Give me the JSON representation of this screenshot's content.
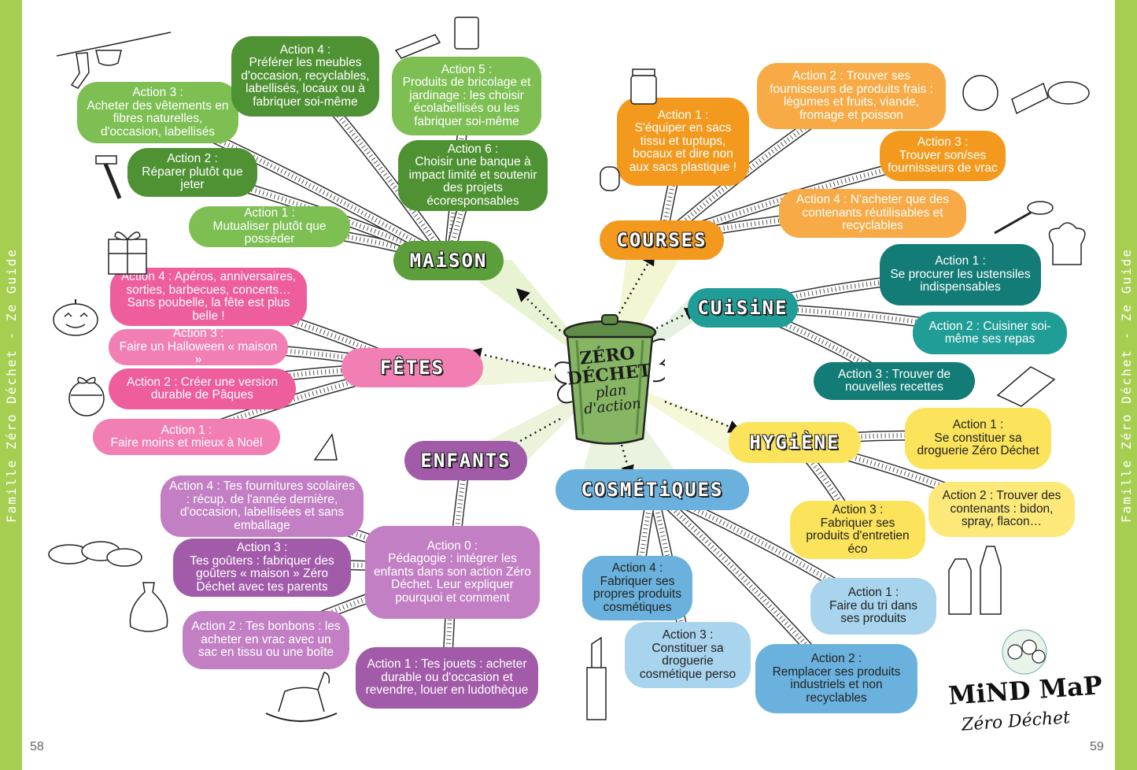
{
  "sidebar_text": "Famille Zéro Déchet - Ze Guide",
  "page_left": "58",
  "page_right": "59",
  "center": {
    "line1": "ZÉRO",
    "line2": "DÉCHET",
    "line3": "plan",
    "line4": "d'action"
  },
  "logo": {
    "title": "MiND MaP",
    "subtitle": "Zéro Déchet"
  },
  "colors": {
    "maison": "#5c9e3a",
    "maison_light": "#7dbf52",
    "courses": "#f39a1e",
    "courses_light": "#f7aa45",
    "cuisine": "#1f9d96",
    "cuisine_dark": "#147c76",
    "fetes": "#ee5d9c",
    "fetes_light": "#f27fb3",
    "enfants": "#a15ba8",
    "enfants_light": "#c27fc4",
    "hygiene": "#fbe35b",
    "cosmetiques": "#6ab2dd",
    "cosmetiques_light": "#a8d4ee",
    "page_edge": "#a6cf52"
  },
  "categories": {
    "maison": "MAiSON",
    "courses": "COURSES",
    "cuisine": "CUiSiNE",
    "fetes": "FÊTES",
    "enfants": "ENFANTS",
    "hygiene": "HYGiÈNE",
    "cosmetiques": "COSMÉTiQUES"
  },
  "maison": {
    "a1": "Action 1 :\nMutualiser plutôt que posséder",
    "a2": "Action 2 :\nRéparer plutôt que jeter",
    "a3": "Action 3 :\nAcheter des vêtements en fibres naturelles, d'occasion, labellisés",
    "a4": "Action 4 :\nPréférer les meubles d'occasion, recyclables, labellisés, locaux ou à fabriquer soi-même",
    "a5": "Action 5 :\nProduits de bricolage et jardinage : les choisir écolabellisés ou les fabriquer soi-même",
    "a6": "Action 6 :\nChoisir une banque à impact limité et soutenir des projets écoresponsables"
  },
  "courses": {
    "a1": "Action 1 :\nS'équiper en sacs tissu et tuptups, bocaux et dire non aux sacs plastique !",
    "a2": "Action 2 : Trouver ses fournisseurs de produits frais : légumes et fruits, viande, fromage et poisson",
    "a3": "Action 3 :\nTrouver son/ses fournisseurs de vrac",
    "a4": "Action 4 : N'acheter que des contenants réutilisables et recyclables"
  },
  "cuisine": {
    "a1": "Action 1 :\nSe procurer les ustensiles indispensables",
    "a2": "Action 2 : Cuisiner soi-même ses repas",
    "a3": "Action 3 : Trouver de nouvelles recettes"
  },
  "fetes": {
    "a1": "Action 1 :\nFaire moins et mieux à Noël",
    "a2": "Action 2 : Créer une version durable de Pâques",
    "a3": "Action 3 :\nFaire un Halloween « maison »",
    "a4": "Action 4 : Apéros, anniversaires, sorties, barbecues, concerts… Sans poubelle, la fête est plus belle !"
  },
  "enfants": {
    "a0": "Action 0 :\nPédagogie : intégrer les enfants dans son action Zéro Déchet. Leur expliquer pourquoi et comment",
    "a1": "Action 1 : Tes jouets : acheter durable ou d'occasion et revendre, louer en ludothèque",
    "a2": "Action 2 : Tes bonbons : les acheter en vrac avec un sac en tissu ou une boîte",
    "a3": "Action 3 :\nTes goûters : fabriquer des goûters « maison » Zéro Déchet avec tes parents",
    "a4": "Action 4 : Tes fournitures scolaires : récup. de l'année dernière, d'occasion, labellisées et sans emballage"
  },
  "hygiene": {
    "a1": "Action 1 :\nSe constituer sa droguerie Zéro Déchet",
    "a2": "Action 2 : Trouver des contenants : bidon, spray, flacon…",
    "a3": "Action 3 :\nFabriquer ses produits d'entretien éco"
  },
  "cosmetiques": {
    "a1": "Action 1 :\nFaire du tri dans ses produits",
    "a2": "Action 2 :\nRemplacer ses produits industriels et non recyclables",
    "a3": "Action 3 :\nConstituer sa droguerie cosmétique perso",
    "a4": "Action 4 :\nFabriquer ses propres produits cosmétiques"
  }
}
